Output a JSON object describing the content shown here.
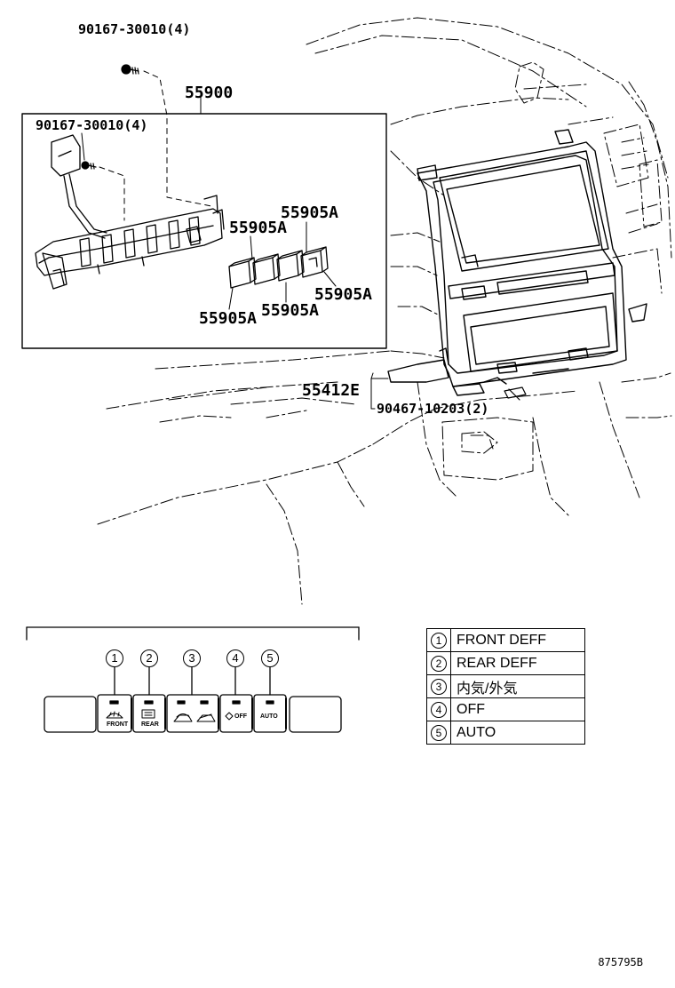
{
  "labels": {
    "top_screw": "90167-30010(4)",
    "assembly": "55900",
    "inner_screw": "90167-30010(4)",
    "knob_a1": "55905A",
    "knob_a2": "55905A",
    "knob_a3": "55905A",
    "knob_a4": "55905A",
    "knob_a5": "55905A",
    "panel": "55412E",
    "bottom_screw": "90467-10203(2)"
  },
  "callouts": [
    "1",
    "2",
    "3",
    "4",
    "5"
  ],
  "buttons": {
    "front": "FRONT",
    "rear": "REAR",
    "off": "OFF",
    "auto": "AUTO"
  },
  "legend": [
    {
      "num": "1",
      "text": "FRONT DEFF"
    },
    {
      "num": "2",
      "text": "REAR DEFF"
    },
    {
      "num": "3",
      "text": "内気/外気"
    },
    {
      "num": "4",
      "text": "OFF"
    },
    {
      "num": "5",
      "text": "AUTO"
    }
  ],
  "drawing_code": "875795B"
}
